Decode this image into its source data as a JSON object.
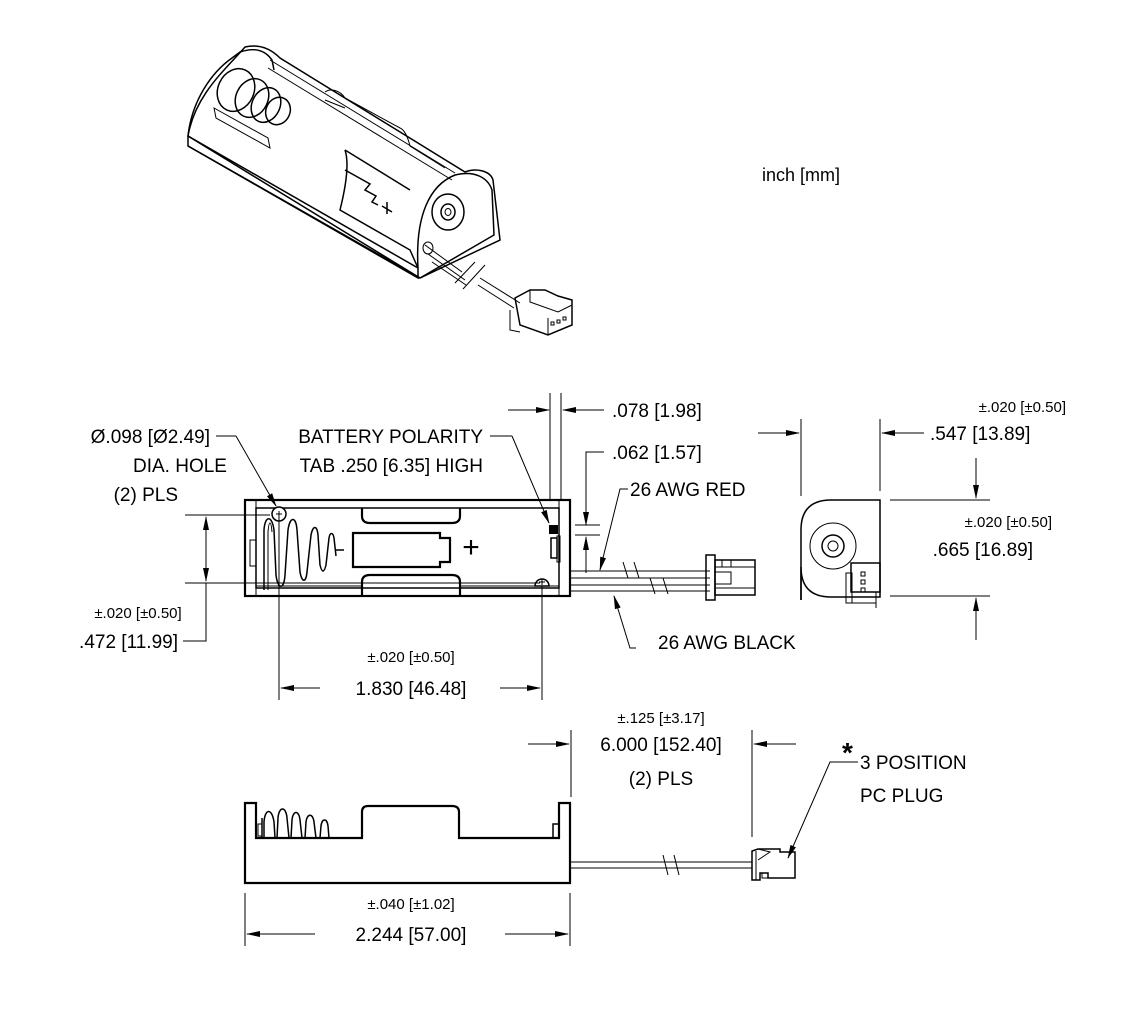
{
  "units_label": "inch [mm]",
  "callouts": {
    "hole": {
      "line1": "Ø.098 [Ø2.49]",
      "line2": "DIA. HOLE",
      "line3": "(2) PLS"
    },
    "polarity": {
      "line1": "BATTERY POLARITY",
      "line2": "TAB .250 [6.35] HIGH"
    },
    "red_wire": "26 AWG RED",
    "black_wire": "26 AWG BLACK",
    "plug": {
      "asterisk": "*",
      "line1": "3 POSITION",
      "line2": "PC PLUG"
    }
  },
  "dimensions": {
    "wall": ".078 [1.98]",
    "tab_offset": ".062 [1.57]",
    "hole_vertical": {
      "tol": "±.020 [±0.50]",
      "value": ".472 [11.99]"
    },
    "hole_spacing": {
      "tol": "±.020 [±0.50]",
      "value": "1.830 [46.48]"
    },
    "end_width": {
      "tol": "±.020 [±0.50]",
      "value": ".547 [13.89]"
    },
    "end_height": {
      "tol": "±.020 [±0.50]",
      "value": ".665 [16.89]"
    },
    "lead_length": {
      "tol": "±.125 [±3.17]",
      "value": "6.000 [152.40]",
      "note": "(2) PLS"
    },
    "overall_length": {
      "tol": "±.040 [±1.02]",
      "value": "2.244 [57.00]"
    }
  },
  "symbols": {
    "plus": "+",
    "minus": "-"
  }
}
